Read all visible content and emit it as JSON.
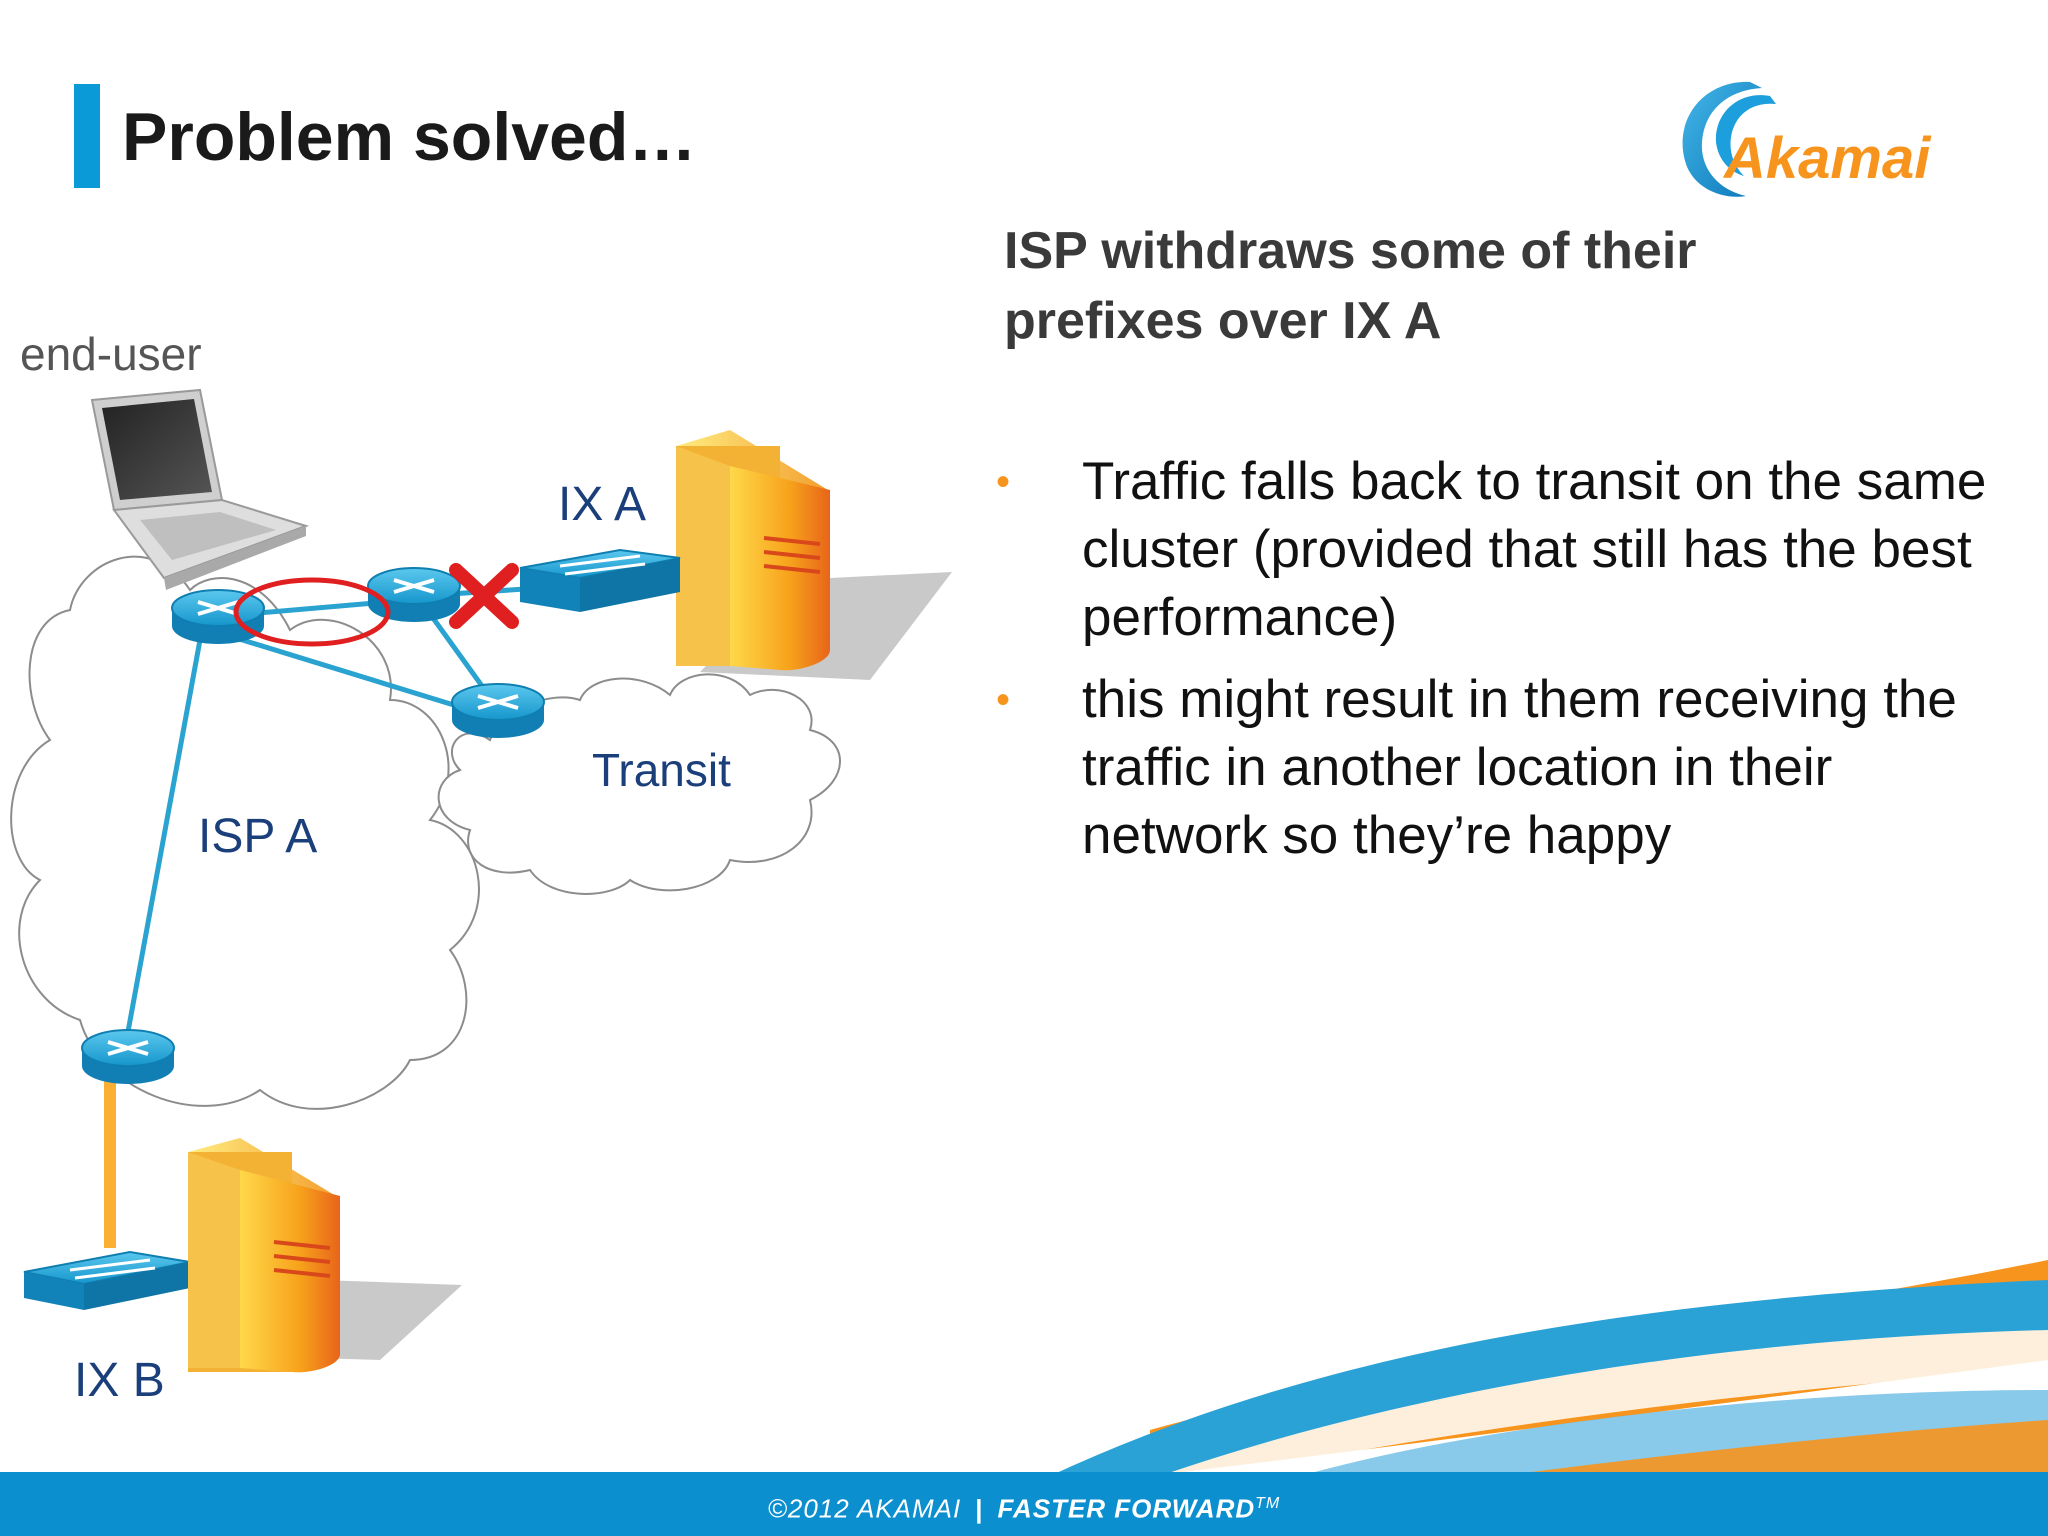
{
  "slide": {
    "title": "Problem solved…",
    "logo_text": "Akamai",
    "heading": "ISP withdraws some of their prefixes over IX A",
    "bullets": [
      "Traffic falls back to transit on the same cluster (provided that still has the best performance)",
      "this might result in them receiving the traffic in another location in their network so they’re happy"
    ],
    "bullet_marker": "•"
  },
  "diagram": {
    "labels": {
      "end_user": "end-user",
      "ix_a": "IX A",
      "transit": "Transit",
      "isp_a": "ISP A",
      "ix_b": "IX B"
    }
  },
  "footer": {
    "copyright": "©2012 AKAMAI",
    "separator": "|",
    "tagline": "FASTER FORWARD",
    "tm": "TM"
  },
  "colors": {
    "accent_blue": "#0b9ad8",
    "accent_orange": "#f7941d",
    "footer_blue": "#0b8fcf",
    "link_blue": "#2aa3d0",
    "withdrawn_red": "#e02020"
  },
  "icons": [
    "laptop-icon",
    "router-icon",
    "switch-icon",
    "server-icon",
    "cloud-icon",
    "x-mark-icon"
  ]
}
